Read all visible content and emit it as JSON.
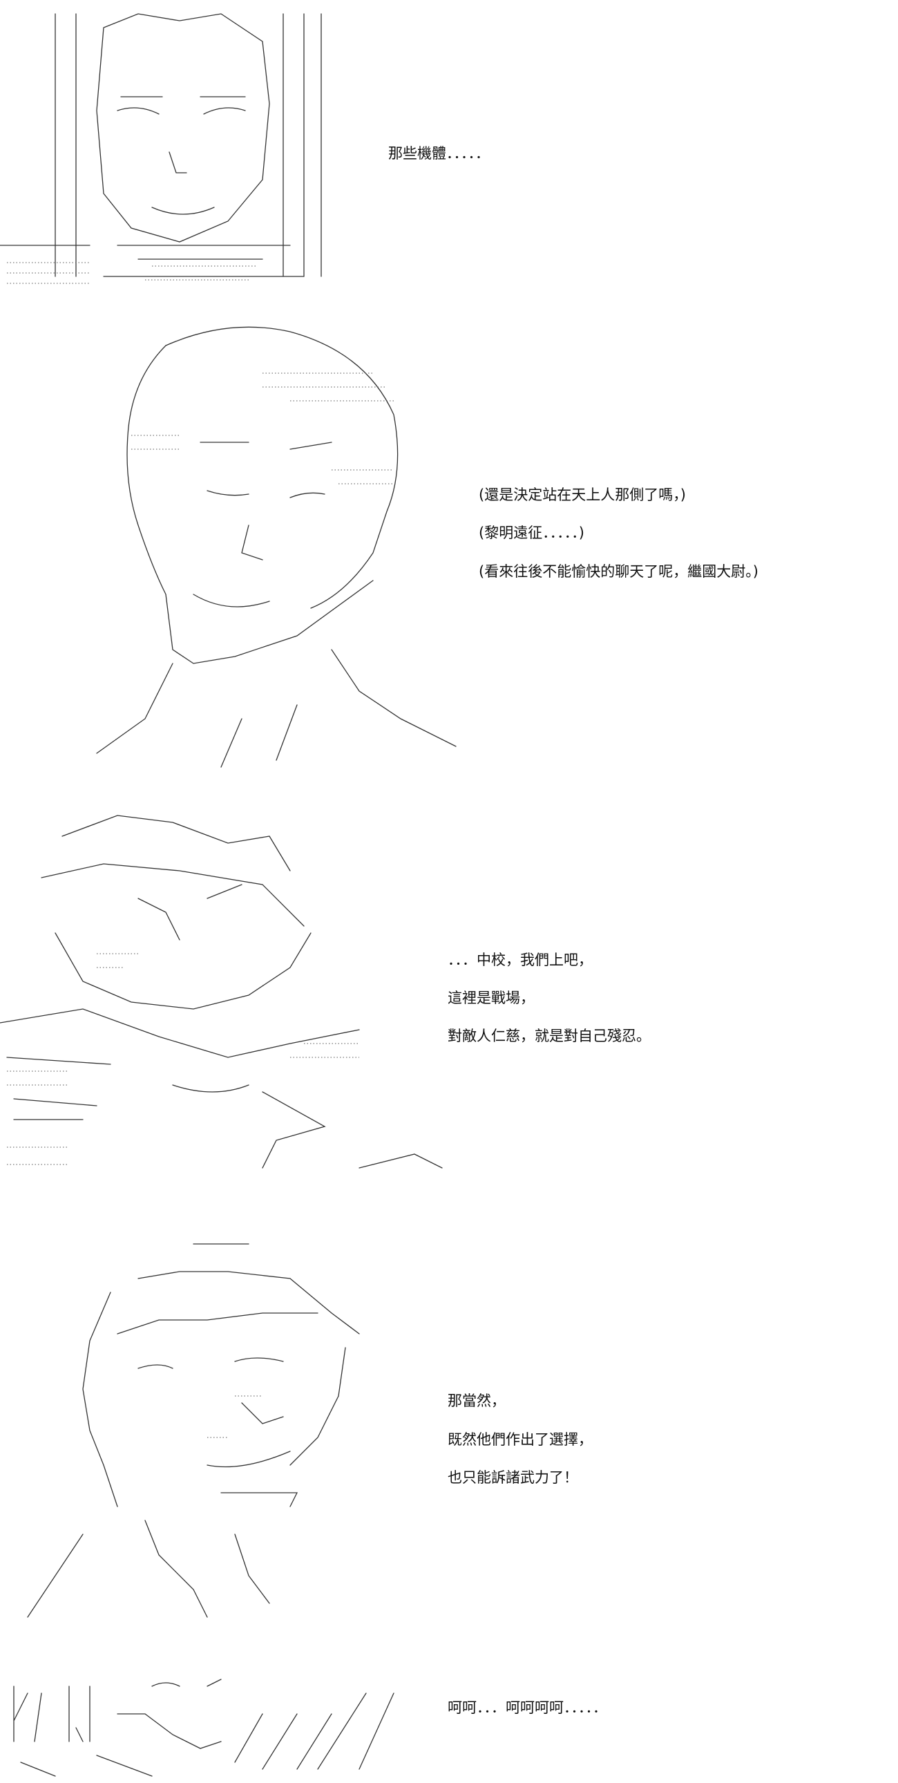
{
  "panels": [
    {
      "id": "p1",
      "lines": [
        "那些機體．．．．．"
      ]
    },
    {
      "id": "p2",
      "lines": [
        "(還是決定站在天上人那側了嗎，)",
        "(黎明遠征．．．．．)",
        "(看來往後不能愉快的聊天了呢，繼國大尉。)"
      ]
    },
    {
      "id": "p3",
      "lines": [
        "．．．中校，我們上吧，",
        "這裡是戰場，",
        "對敵人仁慈，就是對自己殘忍。"
      ]
    },
    {
      "id": "p4",
      "lines": [
        "那當然，",
        "既然他們作出了選擇，",
        "也只能訴諸武力了！"
      ]
    },
    {
      "id": "p5",
      "lines": [
        "呵呵．．．呵呵呵呵．．．．．"
      ]
    }
  ]
}
